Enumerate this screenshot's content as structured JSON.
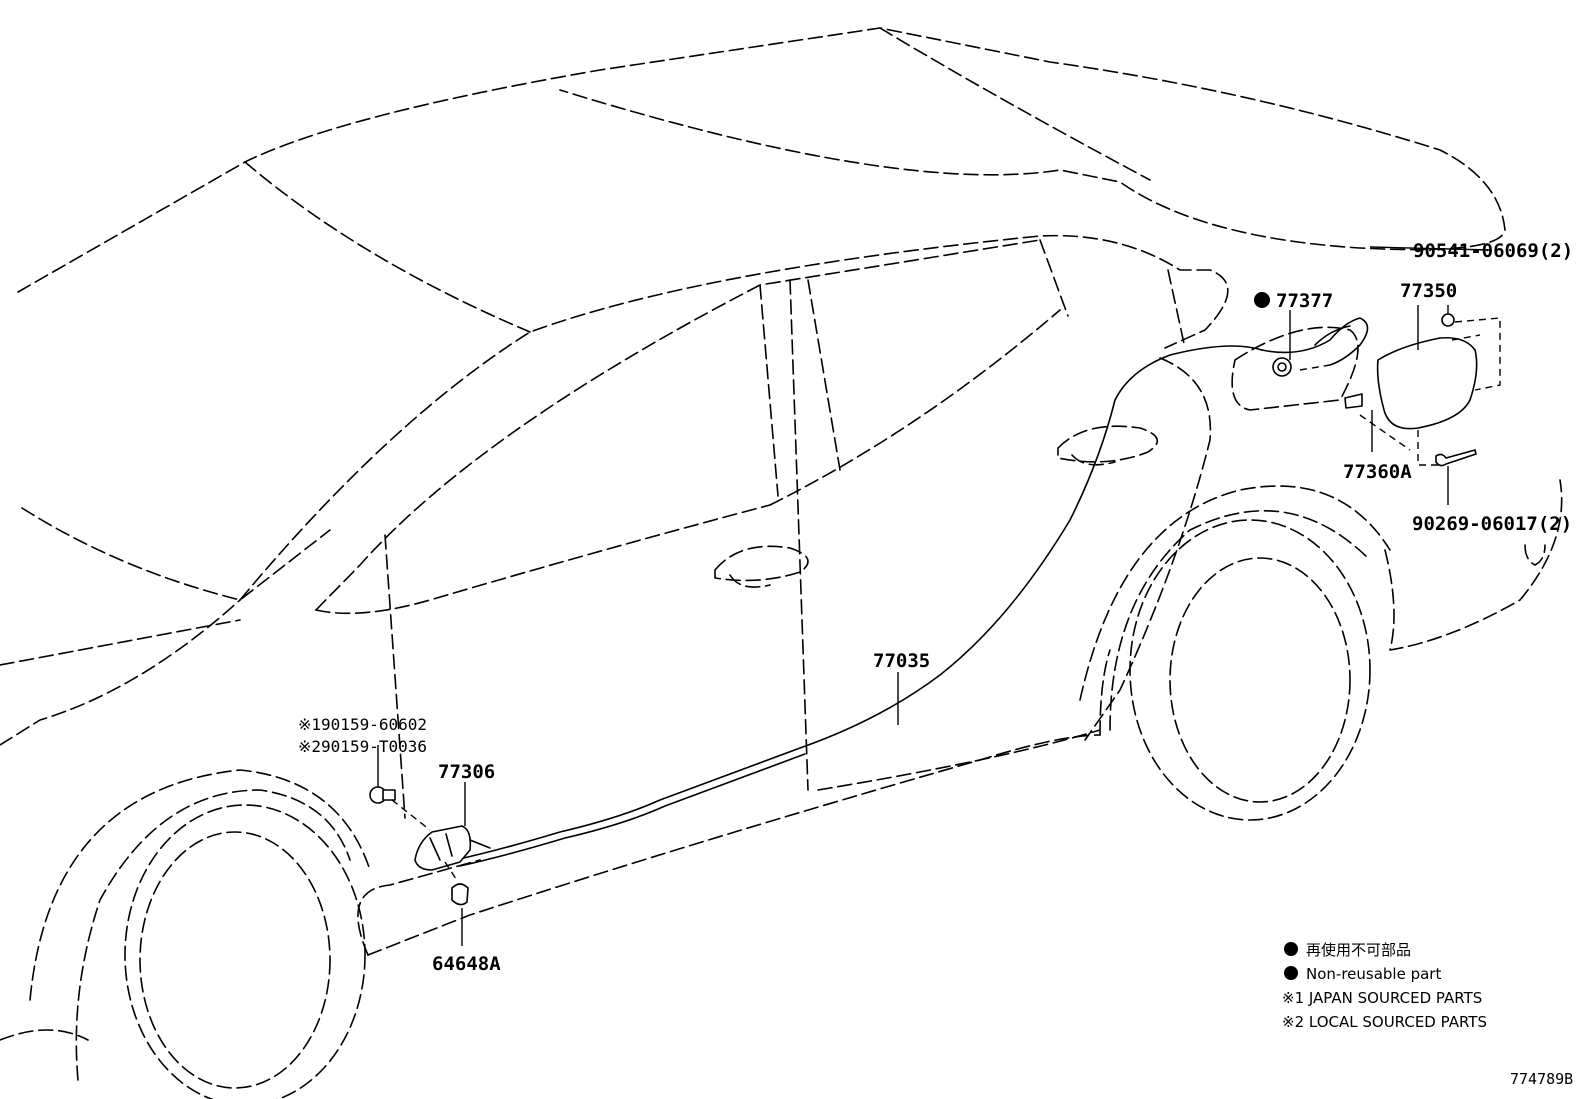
{
  "labels": {
    "p90541": "90541-06069(2)",
    "p77377": "77377",
    "p77350": "77350",
    "p77360A": "77360A",
    "p90269": "90269-06017(2)",
    "p77035": "77035",
    "p90159a": "※190159-60602",
    "p90159b": "※290159-T0036",
    "p77306": "77306",
    "p64648A": "64648A"
  },
  "legend": {
    "line1": "再使用不可部品",
    "line2": "Non-reusable part",
    "line3": "※1 JAPAN SOURCED PARTS",
    "line4": "※2 LOCAL SOURCED PARTS"
  },
  "figure_ref": "774789B",
  "colors": {
    "ink": "#000000",
    "paper": "#ffffff"
  }
}
